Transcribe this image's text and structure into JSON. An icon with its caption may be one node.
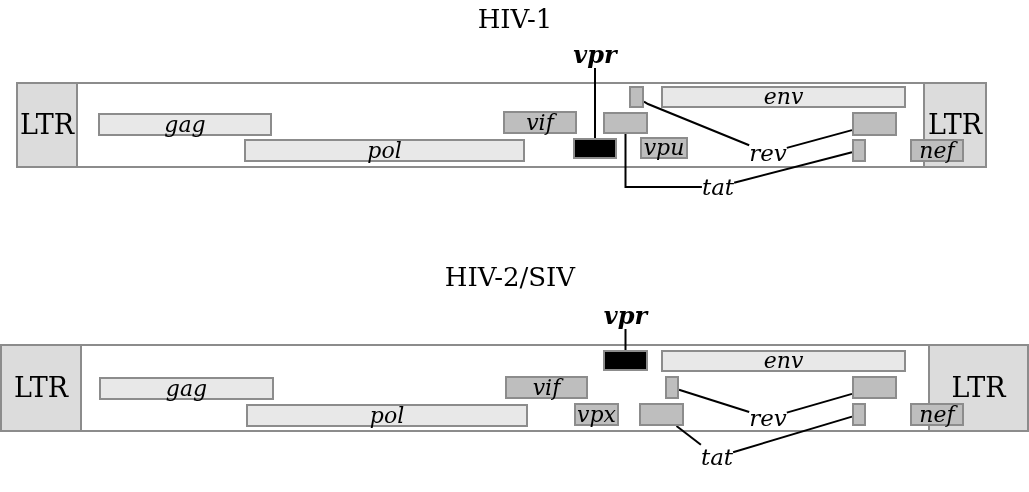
{
  "diagram": {
    "nodes": [
      {
        "text": [
          "HIV-1"
        ]
      },
      {
        "text": [
          "vpr"
        ]
      },
      {
        "text": [
          "LTR"
        ],
        "in": 0
      },
      {
        "text": [],
        "shape": "box",
        "in": 0
      },
      {
        "text": [
          "env"
        ],
        "in": 0
      },
      {
        "text": [
          "gag"
        ],
        "in": 0
      },
      {
        "text": [
          "vif"
        ],
        "in": 0
      },
      {
        "text": [],
        "shape": "box",
        "in": 0
      },
      {
        "text": [],
        "shape": "box",
        "in": 0
      },
      {
        "text": [
          "LTR"
        ],
        "in": 0
      },
      {
        "text": [
          "pol"
        ],
        "in": 0
      },
      {
        "text": [],
        "shape": "box",
        "in": 0
      },
      {
        "text": [
          "vpu"
        ],
        "in": 0
      },
      {
        "text": [
          "rev"
        ],
        "in": 0
      },
      {
        "text": [],
        "shape": "box",
        "in": 0
      },
      {
        "text": [
          "nef"
        ],
        "in": 0
      },
      {
        "text": [
          "tat"
        ]
      },
      {
        "text": [
          "HIV-2/SIV"
        ]
      },
      {
        "text": [
          "vpr"
        ]
      },
      {
        "text": [
          "LTR"
        ],
        "in": 17
      },
      {
        "text": [],
        "shape": "box",
        "in": 17
      },
      {
        "text": [
          "env"
        ],
        "in": 17
      },
      {
        "text": [
          "gag"
        ],
        "in": 17
      },
      {
        "text": [
          "vif"
        ],
        "in": 17
      },
      {
        "text": [],
        "shape": "box",
        "in": 17
      },
      {
        "text": [],
        "shape": "box",
        "in": 17
      },
      {
        "text": [
          "LTR"
        ],
        "in": 17
      },
      {
        "text": [
          "pol"
        ],
        "in": 17
      },
      {
        "text": [
          "vpx"
        ],
        "in": 17
      },
      {
        "text": [],
        "shape": "box",
        "in": 17
      },
      {
        "text": [
          "rev"
        ],
        "in": 17
      },
      {
        "text": [],
        "shape": "box",
        "in": 17
      },
      {
        "text": [
          "nef"
        ],
        "in": 17
      },
      {
        "text": [
          "tat"
        ]
      }
    ],
    "edges": [
      {
        "from": 1,
        "to": 11,
        "arrow": "none"
      },
      {
        "from": 13,
        "to": 3,
        "arrow": "none"
      },
      {
        "from": 13,
        "to": 8,
        "arrow": "none"
      },
      {
        "from": 16,
        "to": 7,
        "arrow": "none"
      },
      {
        "from": 16,
        "to": 14,
        "arrow": "none"
      },
      {
        "from": 18,
        "to": 20,
        "arrow": "none"
      },
      {
        "from": 30,
        "to": 24,
        "arrow": "none"
      },
      {
        "from": 30,
        "to": 25,
        "arrow": "none"
      },
      {
        "from": 33,
        "to": 29,
        "arrow": "none"
      },
      {
        "from": 33,
        "to": 31,
        "arrow": "none"
      }
    ]
  }
}
